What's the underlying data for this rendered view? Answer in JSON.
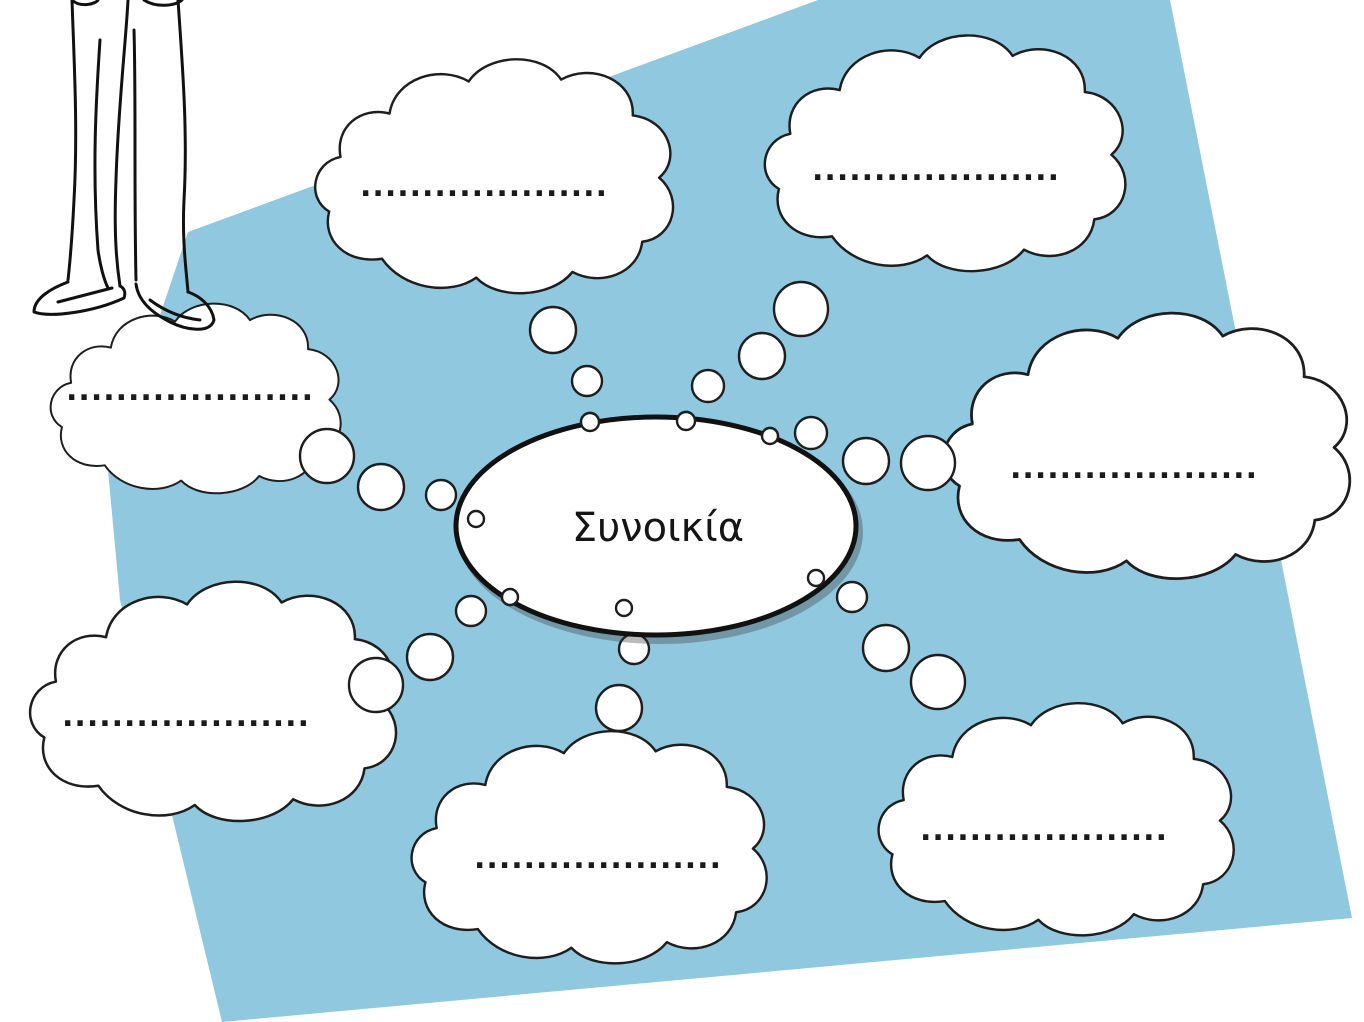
{
  "center": {
    "label": "Συνοικία"
  },
  "clouds": [
    {
      "id": "top-left",
      "text": "...................."
    },
    {
      "id": "top-right",
      "text": "...................."
    },
    {
      "id": "middle-left",
      "text": "...................."
    },
    {
      "id": "middle-right",
      "text": "...................."
    },
    {
      "id": "bottom-left",
      "text": "...................."
    },
    {
      "id": "bottom-center",
      "text": "...................."
    },
    {
      "id": "bottom-right",
      "text": "...................."
    }
  ],
  "colors": {
    "background_panel": "#8fc8df",
    "cloud_fill": "#ffffff",
    "outline": "#1e1e1e"
  }
}
